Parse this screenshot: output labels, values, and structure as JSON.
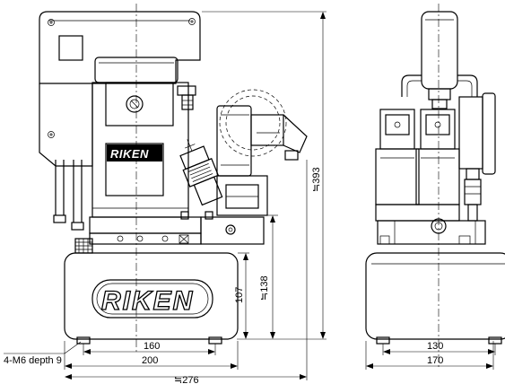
{
  "front_view": {
    "brand_small": "RIKEN",
    "brand_large": "RIKEN"
  },
  "dimensions": {
    "height_total": "≒393",
    "height_138": "≒138",
    "height_107": "107",
    "width_160": "160",
    "width_200": "200",
    "width_276": "≒276",
    "mount_holes": "4-M6 depth 9",
    "width_130": "130",
    "width_170": "170"
  },
  "colors": {
    "line": "#000000",
    "background": "#ffffff"
  }
}
